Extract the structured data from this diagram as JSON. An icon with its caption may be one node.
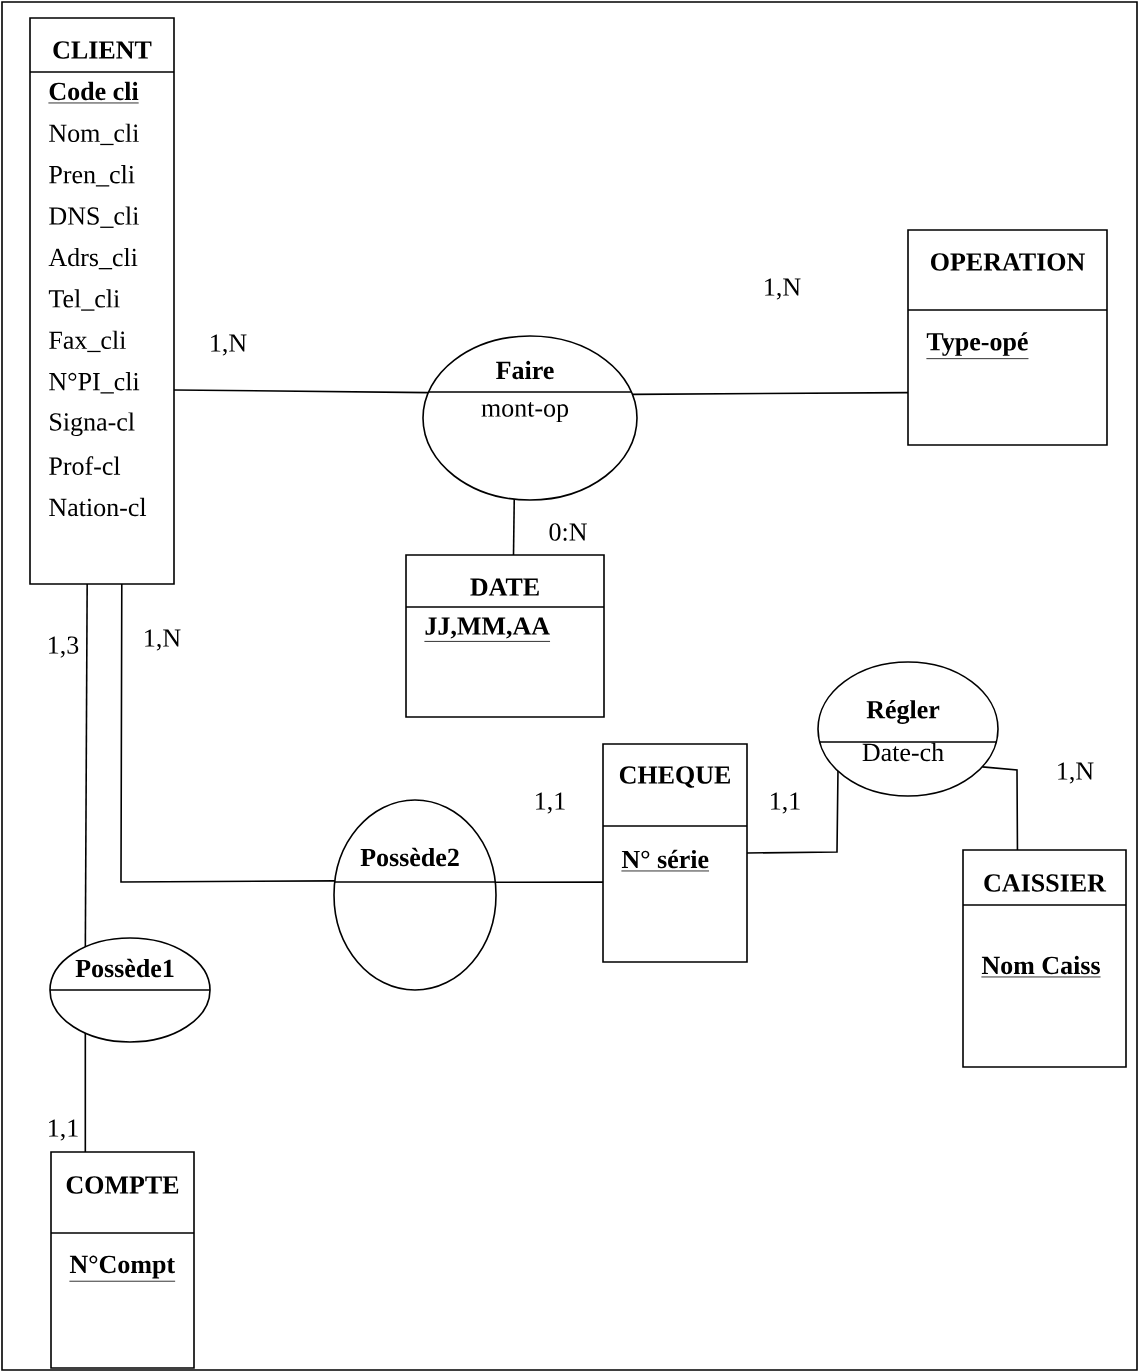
{
  "diagram": {
    "nodes": [
      {
        "text": [
          "CLIENT",
          "Code cli",
          "Nom_cli",
          "Pren_cli",
          "DNS_cli",
          "Adrs_cli",
          "Tel_cli",
          "Fax_cli",
          "N°PI_cli",
          "Signa-cl",
          "Prof-cl",
          "Nation-cl"
        ]
      },
      {
        "text": [
          "OPERATION",
          "Type-opé"
        ]
      },
      {
        "text": [
          "Faire",
          "mont-op"
        ]
      },
      {
        "text": [
          "DATE",
          "JJ,MM,AA"
        ]
      },
      {
        "text": [
          "Régler",
          "Date-ch"
        ]
      },
      {
        "text": [
          "CHEQUE",
          "N° série"
        ]
      },
      {
        "text": [
          "Possède2"
        ]
      },
      {
        "text": [
          "CAISSIER",
          "Nom Caiss"
        ]
      },
      {
        "text": [
          "Possède1"
        ]
      },
      {
        "text": [
          "COMPTE",
          "N°Compt"
        ]
      }
    ],
    "edges": [
      {
        "from": 0,
        "to": 2,
        "arrow": "none",
        "label": "1,N"
      },
      {
        "from": 2,
        "to": 1,
        "arrow": "none",
        "label": "1,N"
      },
      {
        "from": 2,
        "to": 3,
        "arrow": "none",
        "label": "0:N"
      },
      {
        "from": 0,
        "to": 6,
        "arrow": "none",
        "label": "1,N"
      },
      {
        "from": 6,
        "to": 5,
        "arrow": "none",
        "label": "1,1"
      },
      {
        "from": 5,
        "to": 4,
        "arrow": "none",
        "label": "1,1"
      },
      {
        "from": 4,
        "to": 7,
        "arrow": "none",
        "label": "1,N"
      },
      {
        "from": 0,
        "to": 8,
        "arrow": "none",
        "label": "1,3"
      },
      {
        "from": 8,
        "to": 9,
        "arrow": "none",
        "label": "1,1"
      }
    ]
  }
}
